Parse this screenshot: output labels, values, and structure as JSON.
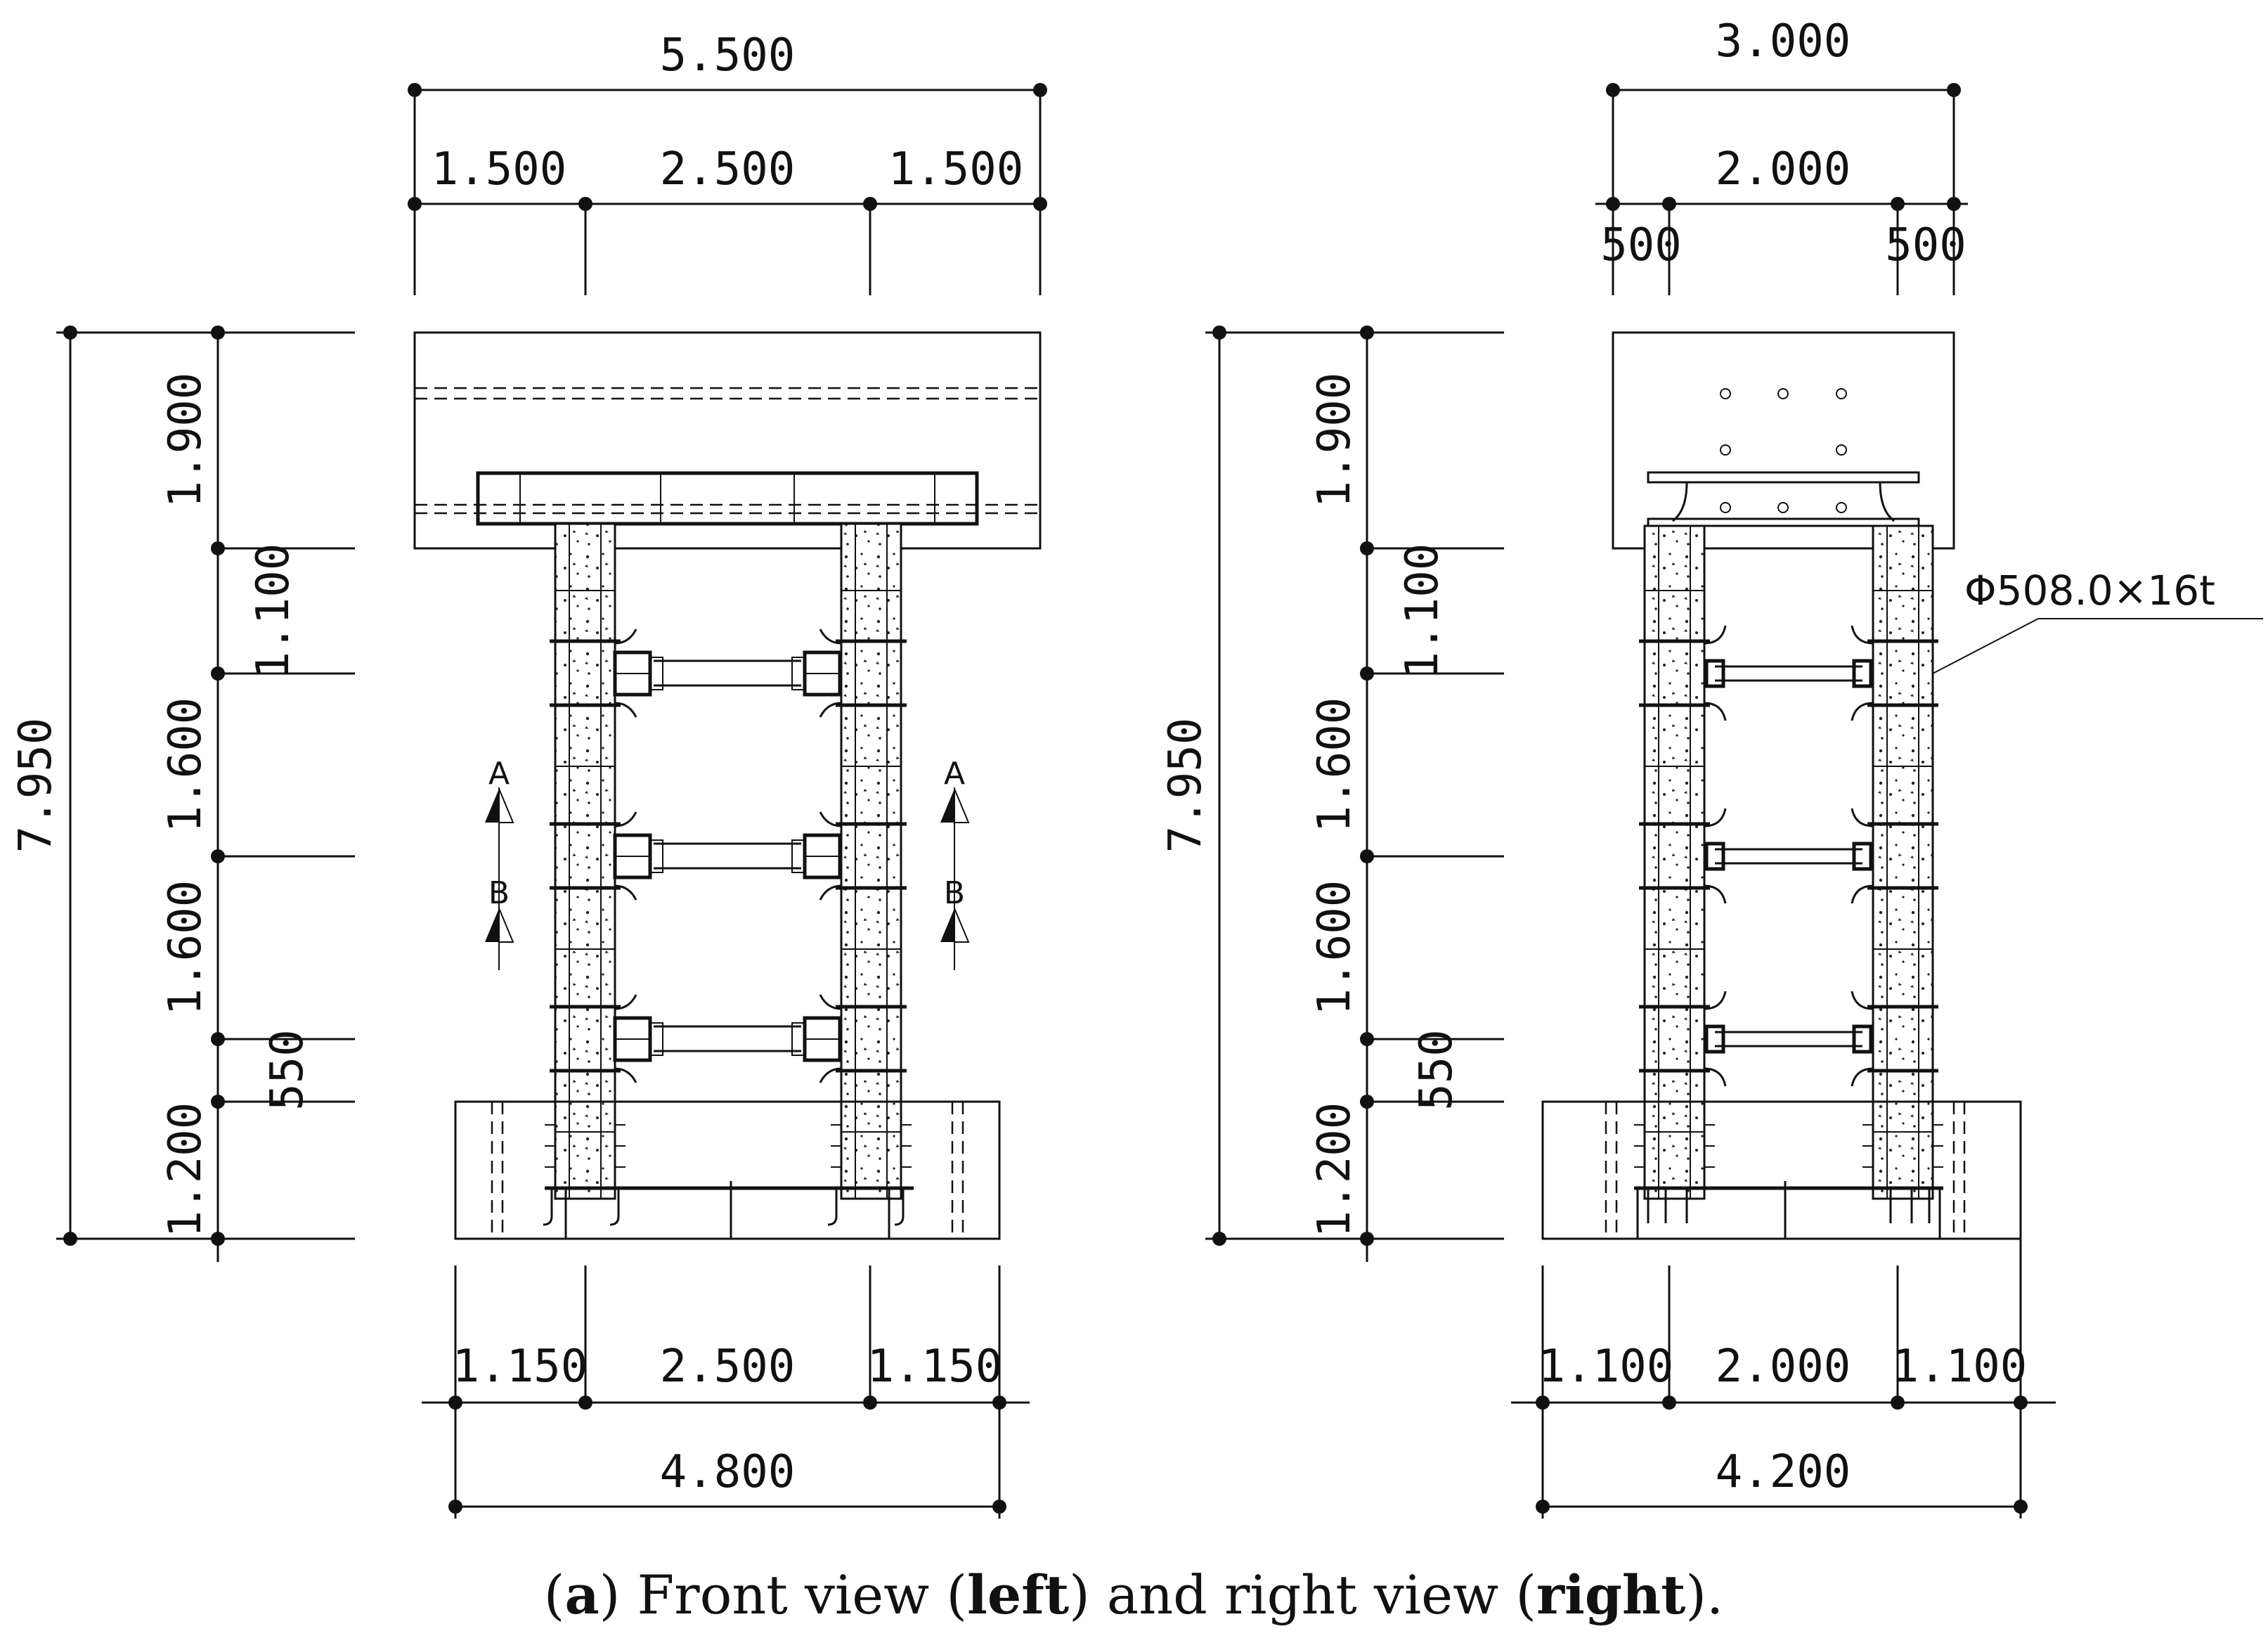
{
  "front_view": {
    "top_total": "5.500",
    "top_parts": [
      "1.500",
      "2.500",
      "1.500"
    ],
    "left_total": "7.950",
    "left_parts": [
      "1.900",
      "1.100",
      "1.600",
      "1.600",
      "550",
      "1.200"
    ],
    "bottom_parts": [
      "1.150",
      "2.500",
      "1.150"
    ],
    "bottom_total": "4.800",
    "section_a": "A",
    "section_b": "B"
  },
  "right_view": {
    "top_total": "3.000",
    "top_mid": "2.000",
    "top_sides": [
      "500",
      "500"
    ],
    "left_total": "7.950",
    "left_parts": [
      "1.900",
      "1.100",
      "1.600",
      "1.600",
      "550",
      "1.200"
    ],
    "pipe_label": "Φ508.0×16t",
    "bottom_parts": [
      "1.100",
      "2.000",
      "1.100"
    ],
    "bottom_total": "4.200"
  },
  "caption": {
    "open_paren": "(",
    "tag": "a",
    "close_paren": ")",
    "text1": " Front view (",
    "left_word": "left",
    "text2": ") and right view (",
    "right_word": "right",
    "text3": ")."
  }
}
